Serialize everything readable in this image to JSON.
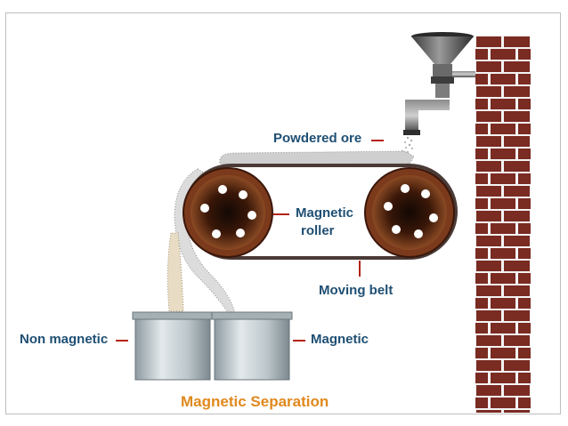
{
  "diagram": {
    "title": "Magnetic Separation",
    "labels": {
      "powdered_ore": "Powdered ore",
      "magnetic_roller_line1": "Magnetic",
      "magnetic_roller_line2": "roller",
      "moving_belt": "Moving belt",
      "non_magnetic": "Non magnetic",
      "magnetic": "Magnetic"
    },
    "colors": {
      "label_text": "#1f4f73",
      "title_text": "#e0891e",
      "leader_line": "#b42318",
      "brick": "#7a2b22",
      "pulley": "#7b3a1c",
      "container": "#c9d3d8"
    }
  }
}
